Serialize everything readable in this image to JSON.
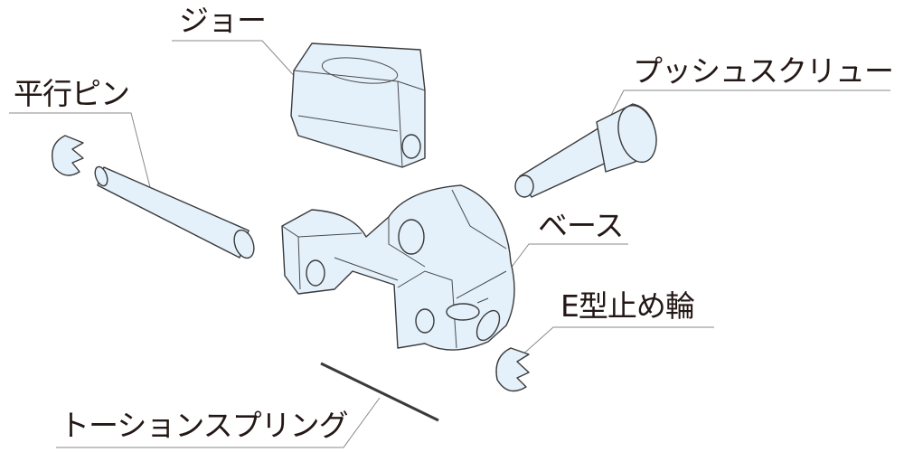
{
  "labels": {
    "jaw": "ジョー",
    "push_screw": "プッシュスクリュー",
    "parallel_pin": "平行ピン",
    "base": "ベース",
    "e_ring": "E型止め輪",
    "torsion_spring": "トーションスプリング"
  },
  "colors": {
    "part_fill": "#e4f1fb",
    "outline": "#3a3a3a",
    "leader": "#8a8a8a"
  }
}
